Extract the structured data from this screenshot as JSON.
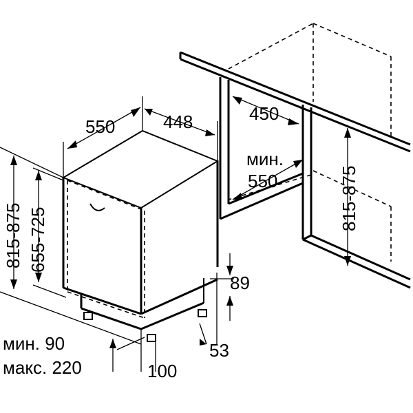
{
  "dimensions": {
    "width_550": "550",
    "depth_448": "448",
    "niche_depth": "450",
    "min_label": "мин.",
    "min_niche_depth": "550",
    "niche_height": "815-875",
    "total_height": "815-875",
    "body_height": "655-725",
    "plinth_89": "89",
    "foot_53": "53",
    "foot_100": "100",
    "door_min": "мин. 90",
    "door_max": "макс. 220"
  }
}
